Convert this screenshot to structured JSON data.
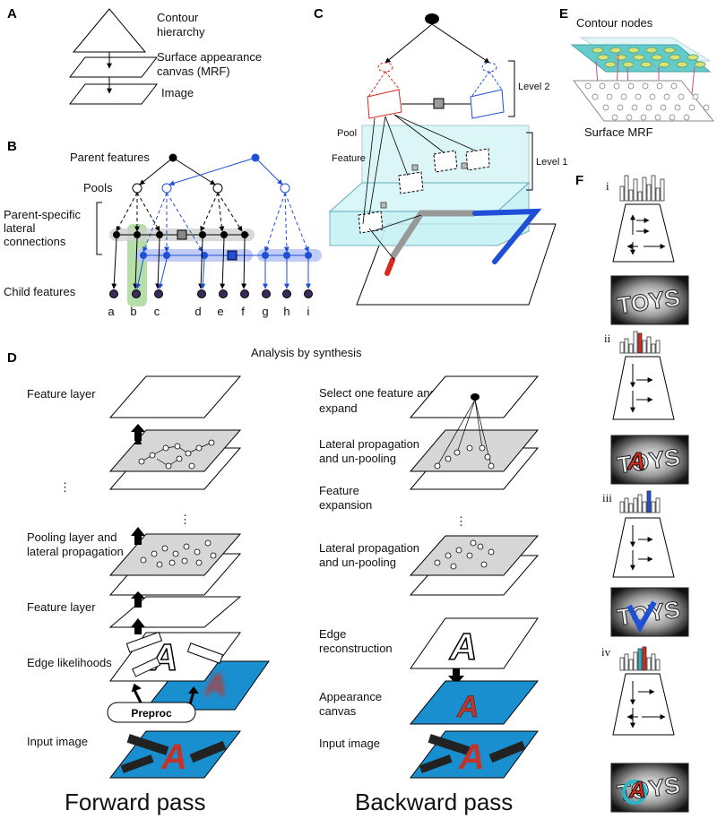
{
  "panels": {
    "a": "A",
    "b": "B",
    "c": "C",
    "d": "D",
    "e": "E",
    "f": "F"
  },
  "panel_a": {
    "contour": "Contour",
    "hierarchy": "hierarchy",
    "surface1": "Surface appearance",
    "surface2": "canvas (MRF)",
    "image": "Image"
  },
  "panel_b": {
    "parent_features": "Parent features",
    "pools": "Pools",
    "lateral1": "Parent-specific",
    "lateral2": "lateral",
    "lateral3": "connections",
    "child_features": "Child features",
    "letters": [
      "a",
      "b",
      "c",
      "d",
      "e",
      "f",
      "g",
      "h",
      "i"
    ]
  },
  "panel_c": {
    "level2": "Level 2",
    "level1": "Level 1",
    "pool": "Pool",
    "feature": "Feature"
  },
  "panel_d": {
    "title": "Analysis by synthesis",
    "forward": {
      "feature_layer_top": "Feature layer",
      "pooling1": "Pooling layer and",
      "pooling2": "lateral propagation",
      "feature_layer": "Feature layer",
      "edge_likelihoods": "Edge likelihoods",
      "preproc": "Preproc",
      "input_image": "Input image",
      "caption": "Forward pass"
    },
    "backward": {
      "select1": "Select one feature and",
      "select2": "expand",
      "lateral1": "Lateral propagation",
      "lateral2": "and un-pooling",
      "expansion1": "Feature",
      "expansion2": "expansion",
      "lateral3": "Lateral propagation",
      "lateral4": "and un-pooling",
      "edge1": "Edge",
      "edge2": "reconstruction",
      "appearance1": "Appearance",
      "appearance2": "canvas",
      "input_image": "Input image",
      "caption": "Backward pass"
    },
    "glyph": "A"
  },
  "panel_e": {
    "contour_nodes": "Contour nodes",
    "surface_mrf": "Surface MRF"
  },
  "panel_f": {
    "steps": [
      "i",
      "ii",
      "iii",
      "iv"
    ],
    "word": "TOYS"
  },
  "colors": {
    "blue_canvas": "#1a8fd0",
    "cyan_level": "#bfeff3",
    "gray_layer": "#d6d6d6",
    "red": "#d62a1e",
    "blue_line": "#1f4fd6",
    "green_highlight": "#a8d89a"
  }
}
